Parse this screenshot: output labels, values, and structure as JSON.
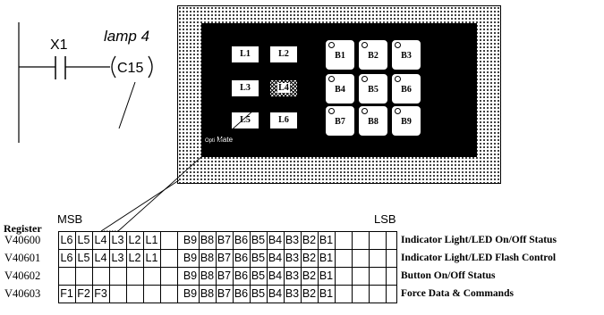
{
  "ladder": {
    "contact_label": "X1",
    "coil_label": "C15",
    "coil_caption": "lamp 4"
  },
  "panel": {
    "lights": [
      {
        "label": "L1"
      },
      {
        "label": "L2"
      },
      {
        "label": "L3"
      },
      {
        "label": "L4",
        "selected": true
      },
      {
        "label": "L5"
      },
      {
        "label": "L6"
      }
    ],
    "buttons": [
      "B1",
      "B2",
      "B3",
      "B4",
      "B5",
      "B6",
      "B7",
      "B8",
      "B9"
    ],
    "brand_prefix": "O",
    "brand_mid": "pti",
    "brand_suffix": "Mate"
  },
  "register_table": {
    "header": "Register",
    "msb": "MSB",
    "lsb": "LSB",
    "rows": [
      {
        "address": "V40600",
        "left": [
          "L6",
          "L5",
          "L4",
          "L3",
          "L2",
          "L1"
        ],
        "right": [
          "B9",
          "B8",
          "B7",
          "B6",
          "B5",
          "B4",
          "B3",
          "B2",
          "B1"
        ],
        "description": "Indicator Light/LED On/Off Status"
      },
      {
        "address": "V40601",
        "left": [
          "L6",
          "L5",
          "L4",
          "L3",
          "L2",
          "L1"
        ],
        "right": [
          "B9",
          "B8",
          "B7",
          "B6",
          "B5",
          "B4",
          "B3",
          "B2",
          "B1"
        ],
        "description": "Indicator Light/LED  Flash Control"
      },
      {
        "address": "V40602",
        "left": [
          "",
          "",
          "",
          "",
          "",
          ""
        ],
        "right": [
          "B9",
          "B8",
          "B7",
          "B6",
          "B5",
          "B4",
          "B3",
          "B2",
          "B1"
        ],
        "description": "Button On/Off Status"
      },
      {
        "address": "V40603",
        "left": [
          "F1",
          "F2",
          "F3",
          "",
          "",
          ""
        ],
        "right": [
          "B9",
          "B8",
          "B7",
          "B6",
          "B5",
          "B4",
          "B3",
          "B2",
          "B1"
        ],
        "description": "Force Data & Commands"
      }
    ]
  }
}
